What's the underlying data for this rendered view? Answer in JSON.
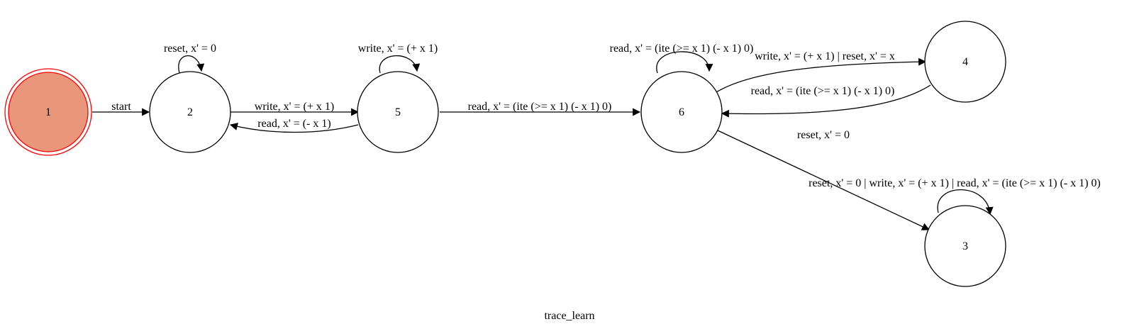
{
  "diagram": {
    "caption": "trace_learn",
    "initial_state": "1",
    "colors": {
      "initial_fill": "#e9967a",
      "initial_stroke": "#ff0000",
      "node_stroke": "#000000",
      "edge": "#000000"
    },
    "states": [
      {
        "id": "1",
        "label": "1"
      },
      {
        "id": "2",
        "label": "2"
      },
      {
        "id": "5",
        "label": "5"
      },
      {
        "id": "6",
        "label": "6"
      },
      {
        "id": "4",
        "label": "4"
      },
      {
        "id": "3",
        "label": "3"
      }
    ],
    "transitions": [
      {
        "from": "1",
        "to": "2",
        "label": "start"
      },
      {
        "from": "2",
        "to": "2",
        "label": "reset, x' = 0"
      },
      {
        "from": "2",
        "to": "5",
        "label": "write, x' = (+ x 1)"
      },
      {
        "from": "5",
        "to": "2",
        "label": "read, x' = (- x 1)"
      },
      {
        "from": "5",
        "to": "5",
        "label": "write, x' = (+ x 1)"
      },
      {
        "from": "5",
        "to": "6",
        "label": "read, x' = (ite (>= x 1) (- x 1) 0)"
      },
      {
        "from": "6",
        "to": "6",
        "label": "read, x' = (ite (>= x 1) (- x 1) 0)"
      },
      {
        "from": "6",
        "to": "4",
        "label": "write, x' = (+ x 1) | reset, x' = x"
      },
      {
        "from": "4",
        "to": "6",
        "label": "read, x' = (ite (>= x 1) (- x 1) 0)"
      },
      {
        "from": "6",
        "to": "3",
        "label": "reset, x' = 0"
      },
      {
        "from": "3",
        "to": "3",
        "label": "reset, x' = 0 | write, x' = (+ x 1) | read, x' = (ite (>= x 1) (- x 1) 0)"
      }
    ]
  }
}
